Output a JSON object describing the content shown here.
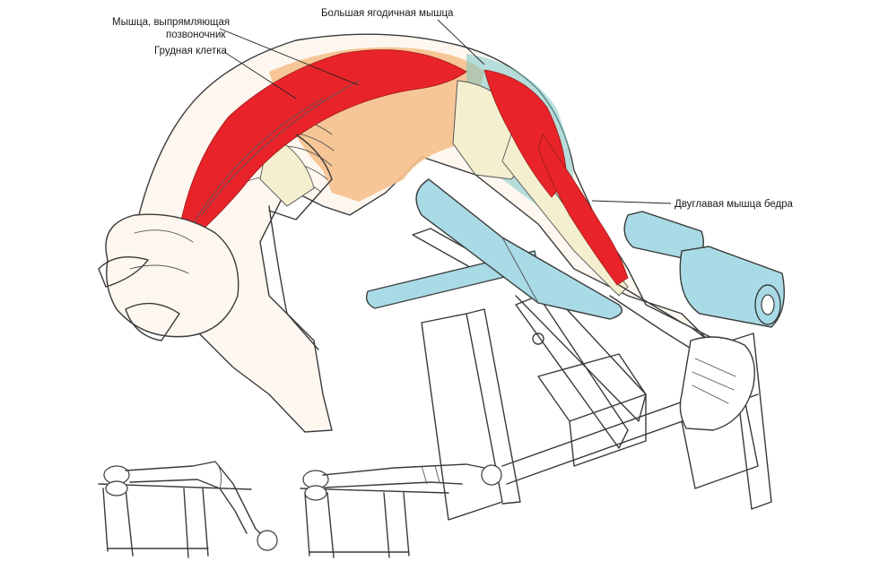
{
  "labels": {
    "spinal_erector": [
      "Мышца, выпрямляющая",
      "позвоночник"
    ],
    "rib_cage": "Грудная клетка",
    "gluteus_maximus": "Большая ягодичная мышца",
    "biceps_femoris": "Двуглавая мышца бедра"
  },
  "colors": {
    "muscle": "#e8242a",
    "skin_tone": "#f3b47a",
    "pad": "#a9dbe6",
    "bone": "#f3efcf",
    "ink": "#3a3a3a"
  }
}
